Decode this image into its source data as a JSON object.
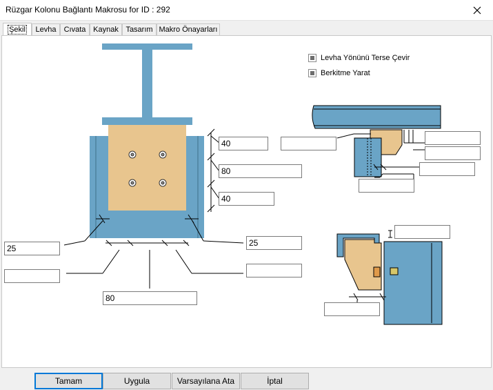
{
  "window": {
    "title": "Rüzgar Kolonu Bağlantı Makrosu for ID : 292"
  },
  "tabs": [
    {
      "label": "Şekil"
    },
    {
      "label": "Levha"
    },
    {
      "label": "Cıvata"
    },
    {
      "label": "Kaynak"
    },
    {
      "label": "Tasarım"
    },
    {
      "label": "Makro Önayarları"
    }
  ],
  "options": {
    "flip_plate": "Levha Yönünü Terse Çevir",
    "create_stiffener": "Berkitme Yarat"
  },
  "fields": {
    "top_edge": "40",
    "middle_spacing": "80",
    "bottom_edge": "40",
    "left_edge": "25",
    "right_edge": "25",
    "left_lower": "",
    "right_lower": "",
    "horizontal_spacing": "80",
    "side_left": "",
    "side_right_top": "",
    "side_right_mid": "",
    "side_right_low": "",
    "side_bottom": "",
    "detail_top": "",
    "detail_bottom": ""
  },
  "buttons": {
    "ok": "Tamam",
    "apply": "Uygula",
    "defaults": "Varsayılana Ata",
    "cancel": "İptal"
  },
  "colors": {
    "steel": "#6aa4c6",
    "plate": "#e8c58e",
    "accent": "#0078d7"
  }
}
